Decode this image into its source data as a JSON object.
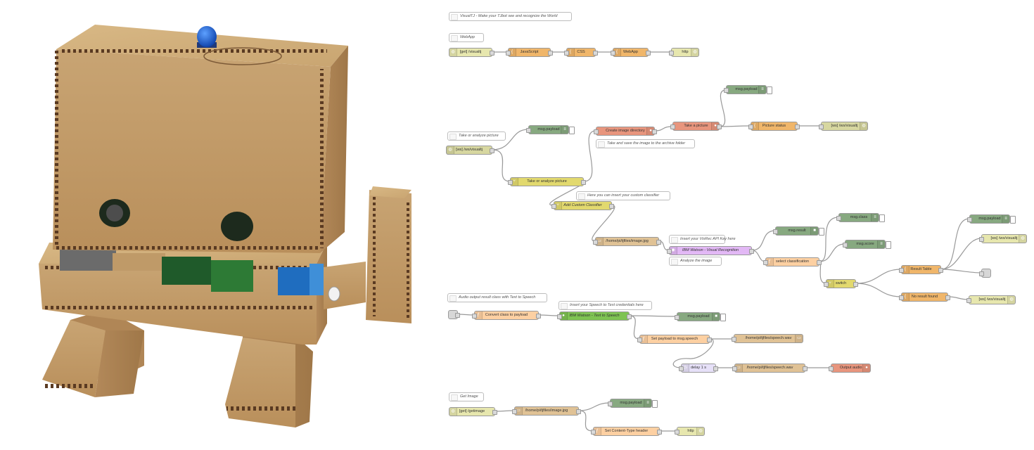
{
  "flow": {
    "comments": {
      "title": "VisualTJ - Make your TJbot see and recognize the World",
      "webapp": "WebApp",
      "take_analyze": "Take or analyze picture",
      "save_archive": "Take and save the image to the archive folder",
      "custom_classifier_hint": "Here you can insert your custom classifier",
      "api_key": "Insert your VisRec API Key here",
      "analyze_image": "Analyze the image",
      "audio_output": "Audio output result class with Text to Speech",
      "speech_credentials": "Insert your Speech to Text credentials here",
      "get_image": "Get Image"
    },
    "nodes": {
      "get_visualtj": "[get] /visualtj",
      "javascript": "JavaScript",
      "css": "CSS",
      "webapp": "WebApp",
      "http_1": "http",
      "msg_payload_1": "msg.payload",
      "ws_visualtj_1": "[ws] /ws/visualtj",
      "create_dir": "Create image directory",
      "take_picture": "Take a picture",
      "msg_payload_2": "msg.payload",
      "picture_status": "Picture status",
      "ws_visualtj_2": "[ws] /ws/visualtj",
      "take_or_analyze": "Take or analyze picture",
      "add_classifier": "Add Custom Classifier",
      "image_file_1": "/home/pi/tjfiles/image.jpg",
      "msg_result": "msg.result",
      "ibm_visrec": "IBM Watson - Visual Recognition",
      "select_class": "select classification",
      "msg_class": "msg.class",
      "msg_score": "msg.score",
      "switch": "switch",
      "result_table": "Result Table",
      "msg_payload_3": "msg.payload",
      "ws_visualtj_3": "[ws] /ws/visualtj",
      "no_result": "No result found",
      "ws_visualtj_4": "[ws] /ws/visualtj",
      "convert_class": "Convert class to payload",
      "ibm_tts": "IBM Watson - Text to Speech",
      "msg_payload_4": "msg.payload",
      "set_payload_speech": "Set payload to msg.speech",
      "speech_file_1": "/home/pi/tjfiles/speech.wav",
      "delay": "delay 1 s",
      "speech_file_2": "/home/pi/tjfiles/speech.wav",
      "output_audio": "Output audio",
      "get_getimage": "[get] /getimage",
      "image_file_2": "/home/pi/tjfiles/image.jpg",
      "msg_payload_5": "msg.payload",
      "set_content_type": "Set Content-Type header",
      "http_2": "http"
    }
  },
  "colors": {
    "http_in": "#e7e7ae",
    "function": "#fdd0a2",
    "template": "#f0b66a",
    "debug": "#87a980",
    "exec": "#e8957d",
    "switch": "#e2d96e",
    "file": "#e0c295",
    "watson_visrec": "#e2b8f5",
    "watson_tts": "#7ec352",
    "delay": "#e6e0f8",
    "inject": "#d7d7d7",
    "wire": "#999999"
  }
}
